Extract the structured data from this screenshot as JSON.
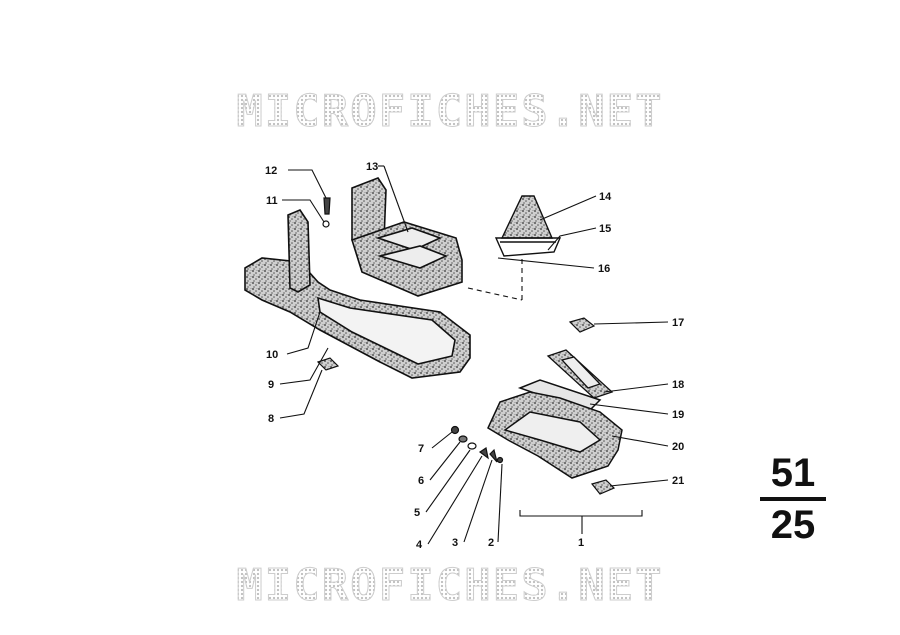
{
  "watermark": {
    "top": "MICROFICHES.NET",
    "bottom": "MICROFICHES.NET"
  },
  "group_code": {
    "main": "51",
    "sub": "25"
  },
  "callouts": {
    "c1": "1",
    "c2": "2",
    "c3": "3",
    "c4": "4",
    "c5": "5",
    "c6": "6",
    "c7": "7",
    "c8": "8",
    "c9": "9",
    "c10": "10",
    "c11": "11",
    "c12": "12",
    "c13": "13",
    "c14": "14",
    "c15": "15",
    "c16": "16",
    "c17": "17",
    "c18": "18",
    "c19": "19",
    "c20": "20",
    "c21": "21"
  },
  "colors": {
    "ink": "#111111",
    "speckle": "#8a8a8a",
    "watermark": "#c8c8c8"
  }
}
